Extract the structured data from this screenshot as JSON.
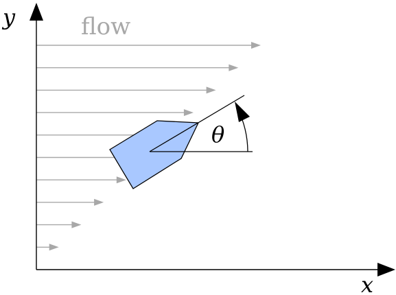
{
  "labels": {
    "flow": "flow",
    "y_axis": "y",
    "x_axis": "x",
    "angle": "θ"
  },
  "flow_arrows": {
    "count": 10,
    "relative_lengths": [
      1.0,
      0.9,
      0.8,
      0.7,
      0.6,
      0.5,
      0.4,
      0.3,
      0.2,
      0.1
    ]
  },
  "colors": {
    "flow": "#a8a8a8",
    "body_fill": "#a9c8ff",
    "body_stroke": "#000000",
    "axis": "#000000"
  }
}
